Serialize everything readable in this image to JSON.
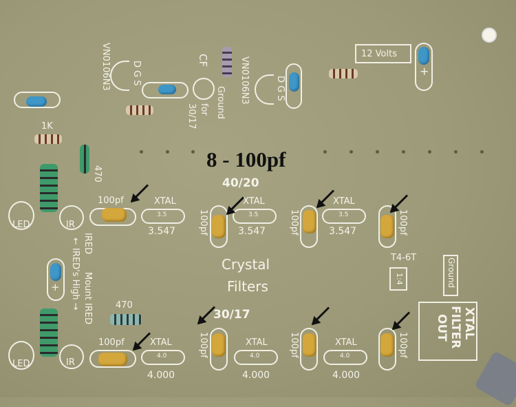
{
  "title": "8 - 100pf",
  "band_top": "40/20",
  "band_bottom": "30/17",
  "section": {
    "line1": "Crystal",
    "line2": "Filters"
  },
  "xtal_label": "XTAL",
  "top_row": {
    "pad": "3.5",
    "freq": "3.547"
  },
  "bottom_row": {
    "pad": "4.0",
    "freq": "4.000"
  },
  "cap_label": "100pf",
  "led": "LED",
  "ir": "IR",
  "ired": "IRED",
  "mount_ired": "Mount IRED",
  "ireds_high": "← IRED's High →",
  "res_470": "470",
  "res_1k": "1K",
  "volts": "12 Volts",
  "plus": "+",
  "mosfet": "VN0106N3",
  "dgs": "D G S",
  "cf": "CF",
  "for": "for",
  "cf_band": "30/17",
  "ground": "Ground",
  "transformer": "T4-6T",
  "ratio": "1:4",
  "output": {
    "line1": "XTAL",
    "line2": "FILTER",
    "line3": "OUT"
  }
}
